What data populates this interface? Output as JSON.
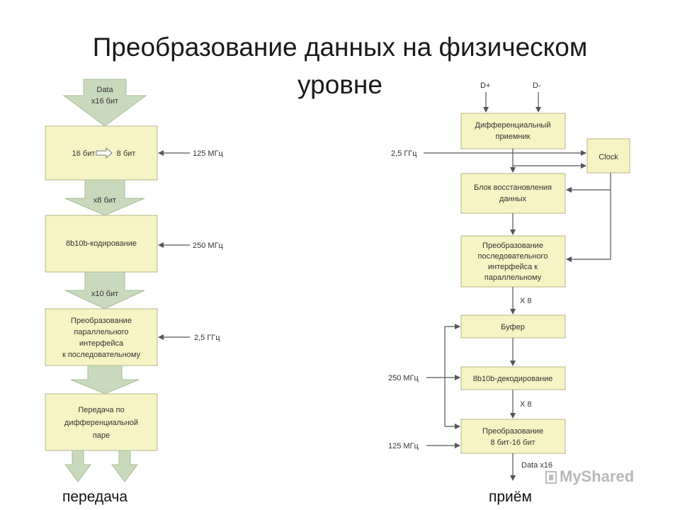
{
  "title": {
    "line1": "Преобразование данных на физическом",
    "line2": "уровне"
  },
  "captions": {
    "transmit": "передача",
    "receive": "приём"
  },
  "watermark": "MyShared",
  "colors": {
    "box_fill": "#f6f3c4",
    "box_stroke": "#b7b58a",
    "arrow_fill": "#c9d9bb",
    "line": "#555555"
  },
  "transmit": {
    "data_in": {
      "line1": "Data",
      "line2": "x16 бит"
    },
    "box_16to8": {
      "left": "16 бит",
      "right": "8 бит"
    },
    "freq_125": "125 МГц",
    "x8": "x8 бит",
    "box_8b10b": "8b10b-кодирование",
    "freq_250": "250 МГц",
    "x10": "x10 бит",
    "box_par2ser": {
      "line1": "Преобразование",
      "line2": "параллельного",
      "line3": "интерфейса",
      "line4": "к последовательному"
    },
    "freq_25": "2,5 ГГц",
    "box_diffpair": {
      "line1": "Передача по",
      "line2": "дифференциальной",
      "line3": "паре"
    }
  },
  "receive": {
    "dplus": "D+",
    "dminus": "D-",
    "box_diffrx": {
      "line1": "Дифференциальный",
      "line2": "приемник"
    },
    "freq_25": "2,5 ГГц",
    "clock": "Clock",
    "box_recovery": {
      "line1": "Блок восстановления",
      "line2": "данных"
    },
    "box_ser2par": {
      "line1": "Преобразование",
      "line2": "последовательного",
      "line3": "интерфейса к",
      "line4": "параллельному"
    },
    "x8_a": "X 8",
    "box_buffer": "Буфер",
    "freq_250": "250 МГц",
    "box_8b10b_dec": "8b10b-декодирование",
    "x8_b": "X 8",
    "box_8to16": {
      "line1": "Преобразование",
      "line2": "8 бит-16 бит"
    },
    "freq_125": "125 МГц",
    "data_out": "Data x16"
  }
}
